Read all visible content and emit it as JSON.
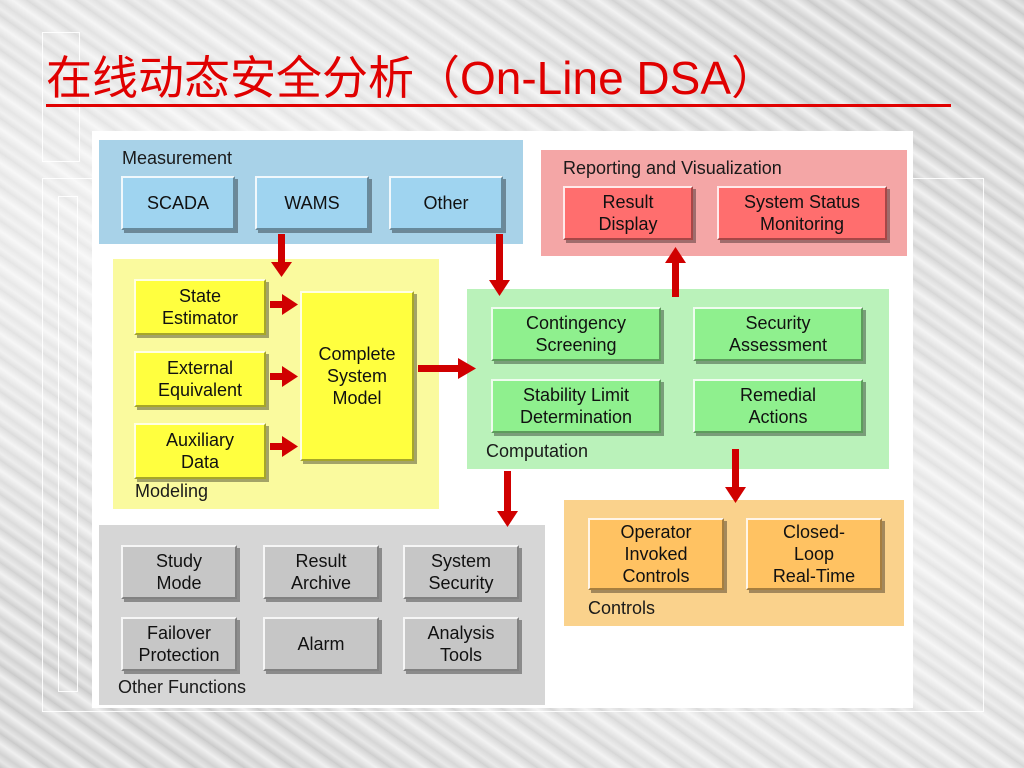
{
  "title": "在线动态安全分析（On-Line DSA）",
  "groups": {
    "measurement": {
      "label": "Measurement",
      "items": [
        "SCADA",
        "WAMS",
        "Other"
      ]
    },
    "reporting": {
      "label": "Reporting and Visualization",
      "items": [
        "Result\nDisplay",
        "System Status\nMonitoring"
      ]
    },
    "modeling": {
      "label": "Modeling",
      "items": [
        "State\nEstimator",
        "External\nEquivalent",
        "Auxiliary\nData",
        "Complete\nSystem\nModel"
      ]
    },
    "computation": {
      "label": "Computation",
      "items": [
        "Contingency\nScreening",
        "Security\nAssessment",
        "Stability Limit\nDetermination",
        "Remedial\nActions"
      ]
    },
    "controls": {
      "label": "Controls",
      "items": [
        "Operator\nInvoked\nControls",
        "Closed-\nLoop\nReal-Time"
      ]
    },
    "other_functions": {
      "label": "Other Functions",
      "items": [
        "Study\nMode",
        "Result\nArchive",
        "System\nSecurity",
        "Failover\nProtection",
        "Alarm",
        "Analysis\nTools"
      ]
    }
  },
  "colors": {
    "title": "#e00000",
    "measurement_bg": "#a8d2e8",
    "reporting_bg": "#f4a6a6",
    "modeling_bg": "#fafa9e",
    "computation_bg": "#baf2ba",
    "controls_bg": "#fad28c",
    "other_bg": "#d6d6d6",
    "arrow": "#d00000"
  }
}
